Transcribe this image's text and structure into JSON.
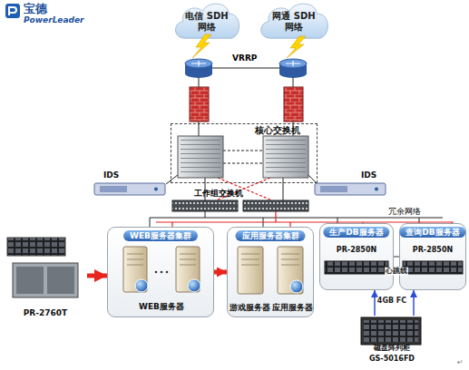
{
  "diagram": {
    "nodes": [
      {
        "text": [
          "电信 SDH网络"
        ]
      },
      {
        "text": [
          "网通 SDH网络"
        ]
      },
      {
        "text": [
          "核心交换机"
        ]
      },
      {
        "text": [
          "IDS"
        ]
      },
      {
        "text": [
          "IDS"
        ]
      },
      {
        "text": [
          "PR-2760T"
        ]
      },
      {
        "text": [
          "WEB服务器集群"
        ]
      },
      {
        "text": [
          "WEB服务器"
        ],
        "in": 6
      },
      {
        "text": [
          "应用服务器集群"
        ]
      },
      {
        "text": [
          "游戏服务器"
        ],
        "in": 8
      },
      {
        "text": [
          "应用服务器"
        ],
        "in": 8
      },
      {
        "text": [
          "生产DB服务器",
          "PR-2850N"
        ]
      },
      {
        "text": [
          "查询DB服务器",
          "PR-2850N"
        ]
      },
      {
        "text": [
          "磁盘阵列柜",
          "GS-5016FD"
        ]
      }
    ],
    "edges": [
      {
        "from": 5,
        "to": 6,
        "arrow": "to"
      },
      {
        "from": 6,
        "to": 8,
        "arrow": "to"
      },
      {
        "from": 11,
        "to": 12,
        "label": "心跳线",
        "arrow": "none"
      },
      {
        "from": 13,
        "to": 11,
        "arrow": "to"
      },
      {
        "from": 13,
        "to": 12,
        "label": "4GB FC",
        "arrow": "to"
      }
    ],
    "labels": [
      "宝德",
      "PowerLeader",
      "VRRP",
      "工作组交换机",
      "冗余网络",
      "↵"
    ]
  }
}
